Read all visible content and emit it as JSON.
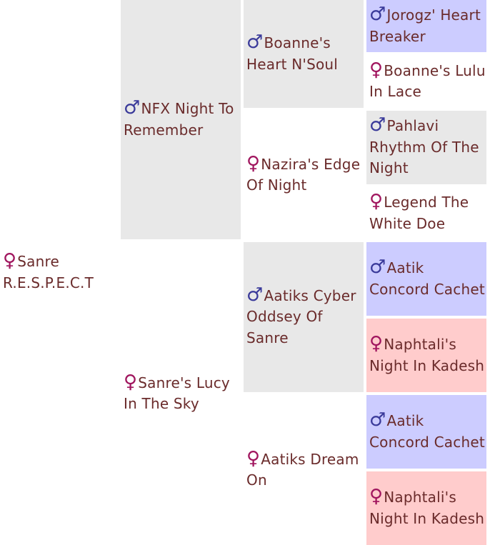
{
  "pedigree": {
    "subject": {
      "name": "Sanre R.E.S.P.E.C.T",
      "sex": "female"
    },
    "sire": {
      "name": "NFX Night To Remember",
      "sex": "male"
    },
    "dam": {
      "name": "Sanre's Lucy In The Sky",
      "sex": "female"
    },
    "sire_sire": {
      "name": "Boanne's Heart N'Soul",
      "sex": "male"
    },
    "sire_dam": {
      "name": "Nazira's Edge Of Night",
      "sex": "female"
    },
    "dam_sire": {
      "name": "Aatiks Cyber Oddsey Of Sanre",
      "sex": "male"
    },
    "dam_dam": {
      "name": "Aatiks Dream On",
      "sex": "female"
    },
    "gen3": [
      {
        "name": "Jorogz' Heart Breaker",
        "sex": "male"
      },
      {
        "name": "Boanne's Lulu In Lace",
        "sex": "female"
      },
      {
        "name": "Pahlavi Rhythm Of The Night",
        "sex": "male"
      },
      {
        "name": "Legend The White Doe",
        "sex": "female"
      },
      {
        "name": "Aatik Concord Cachet",
        "sex": "male"
      },
      {
        "name": "Naphtali's Night In Kadesh",
        "sex": "female"
      },
      {
        "name": "Aatik Concord Cachet",
        "sex": "male"
      },
      {
        "name": "Naphtali's Night In Kadesh",
        "sex": "female"
      }
    ]
  },
  "symbols": {
    "male": "♂",
    "female": "♀"
  },
  "colors": {
    "male_symbol": "#3a3a9a",
    "female_symbol": "#a0155e",
    "text": "#6a2b2b",
    "grey_cell": "#e8e8e8",
    "blue_cell": "#ccccff",
    "pink_cell": "#ffcccc"
  }
}
